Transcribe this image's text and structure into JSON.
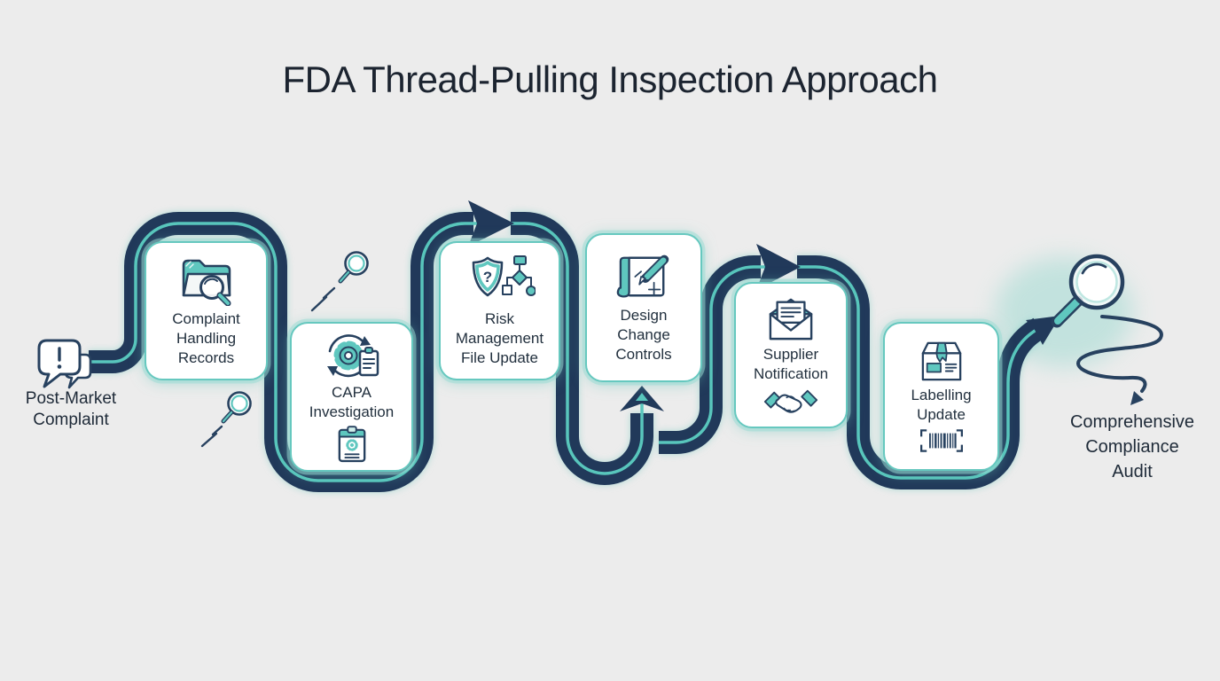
{
  "title": "FDA Thread-Pulling Inspection Approach",
  "colors": {
    "background": "#ececec",
    "thread_navy": "#21395a",
    "thread_stripe": "#58c6bc",
    "box_border": "#66c8bf",
    "icon_teal": "#5fc7bf",
    "icon_navy": "#27415f",
    "text": "#22303e"
  },
  "start_node": {
    "icon": "alert-chat-bubbles-icon",
    "lines": [
      "Post-Market",
      "Complaint"
    ]
  },
  "stages": [
    {
      "icon": "folder-search-icon",
      "lines": [
        "Complaint",
        "Handling",
        "Records"
      ]
    },
    {
      "icon": "gear-cycle-clipboard-icon",
      "secondary_icon": "clipboard-gear-icon",
      "lines": [
        "CAPA",
        "Investigation"
      ]
    },
    {
      "icon": "shield-question-flowchart-icon",
      "icon_glyph": "?",
      "lines": [
        "Risk",
        "Management",
        "File Update"
      ]
    },
    {
      "icon": "blueprint-pencil-icon",
      "lines": [
        "Design",
        "Change",
        "Controls"
      ]
    },
    {
      "icon": "open-envelope-icon",
      "secondary_icon": "handshake-icon",
      "lines": [
        "Supplier",
        "Notification"
      ]
    },
    {
      "icon": "package-box-icon",
      "secondary_icon": "barcode-icon",
      "lines": [
        "Labelling",
        "Update"
      ]
    }
  ],
  "end_node": {
    "icon": "magnifier-thread-icon",
    "lines": [
      "Comprehensive",
      "Compliance",
      "Audit"
    ]
  }
}
